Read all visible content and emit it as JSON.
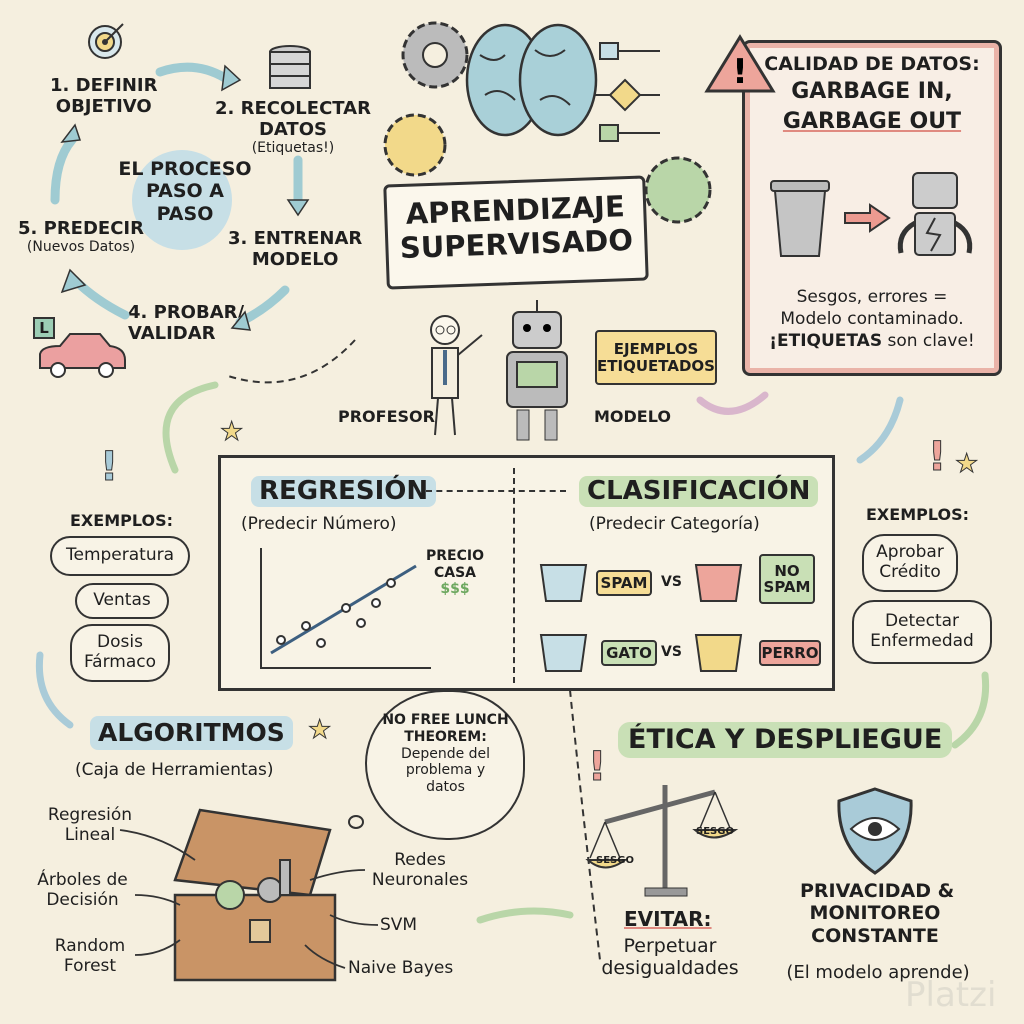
{
  "title": {
    "line1": "APRENDIZAJE",
    "line2": "SUPERVISADO"
  },
  "process": {
    "center": [
      "EL PROCESO",
      "PASO A",
      "PASO"
    ],
    "steps": [
      {
        "line1": "1. DEFINIR",
        "line2": "OBJETIVO"
      },
      {
        "line1": "2. RECOLECTAR",
        "line2": "DATOS",
        "note": "(Etiquetas!)"
      },
      {
        "line1": "3. ENTRENAR",
        "line2": "MODELO"
      },
      {
        "line1": "4. PROBAR/",
        "line2": "VALIDAR"
      },
      {
        "line1": "5. PREDECIR",
        "note": "(Nuevos Datos)"
      }
    ],
    "learner_badge": "L"
  },
  "actors": {
    "teacher": "PROFESOR",
    "model": "MODELO",
    "bubble": [
      "EJEMPLOS",
      "ETIQUETADOS"
    ]
  },
  "quality": {
    "title": "CALIDAD DE DATOS:",
    "line2": "GARBAGE IN,",
    "line3": "GARBAGE OUT",
    "text1": "Sesgos, errores =",
    "text2": "Modelo contaminado.",
    "text3_bold": "¡ETIQUETAS",
    "text3_rest": " son clave!"
  },
  "regression": {
    "title": "REGRESIÓN",
    "subtitle": "(Predecir Número)",
    "chart_label": [
      "PRECIO",
      "CASA",
      "$$$"
    ],
    "examples_label": "EXEMPLOS:",
    "examples": [
      "Temperatura",
      "Ventas",
      "Dosis Fármaco"
    ]
  },
  "classification": {
    "title": "CLASIFICACIÓN",
    "subtitle": "(Predecir Categoría)",
    "pairs": [
      {
        "a": "SPAM",
        "vs": "VS",
        "b": "NO SPAM"
      },
      {
        "a": "GATO",
        "vs": "VS",
        "b": "PERRO"
      }
    ],
    "examples_label": "EXEMPLOS:",
    "examples": [
      "Aprobar Crédito",
      "Detectar Enfermedad"
    ]
  },
  "algorithms": {
    "title": "ALGORITMOS",
    "subtitle": "(Caja de Herramientas)",
    "left": [
      "Regresión Lineal",
      "Árboles de Decisión",
      "Random Forest"
    ],
    "right": [
      "Redes Neuronales",
      "SVM",
      "Naive Bayes"
    ],
    "thought": [
      "NO FREE LUNCH",
      "THEOREM:",
      "Depende del",
      "problema y",
      "datos"
    ]
  },
  "ethics": {
    "title": "ÉTICA Y DESPLIEGUE",
    "scale_labels": [
      "SESGO",
      "SESGO"
    ],
    "avoid_title": "EVITAR:",
    "avoid_text": [
      "Perpetuar",
      "desigualdades"
    ],
    "privacy": [
      "PRIVACIDAD &",
      "MONITOREO",
      "CONSTANTE"
    ],
    "privacy_note": "(El modelo aprende)"
  },
  "watermark": "Platzi",
  "colors": {
    "bg": "#f5efdf",
    "blue": "#bcd9e3",
    "green": "#b9d6a8",
    "pink": "#e9a49a",
    "yellow": "#f2d98a"
  }
}
